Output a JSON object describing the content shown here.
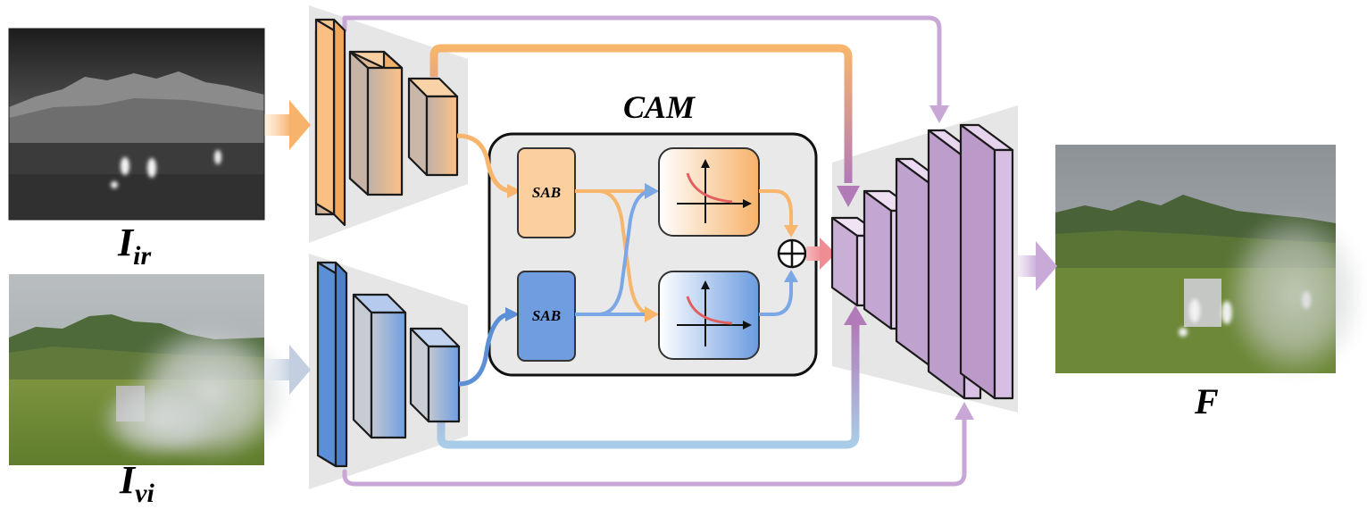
{
  "inputs": {
    "ir_label": "I",
    "ir_sub": "ir",
    "vi_label": "I",
    "vi_sub": "vi"
  },
  "output": {
    "label": "F"
  },
  "cam": {
    "title": "CAM",
    "sab_top": "SAB",
    "sab_bottom": "SAB"
  },
  "colors": {
    "ir_branch": "#f8b56c",
    "vi_branch": "#5b8fd6",
    "decoder": "#c8a7d6",
    "skip_blue": "#a9cde8",
    "fusion_arrow": "#f19aa0"
  },
  "icons": [
    "plus-circle-icon",
    "exponential-curve-icon"
  ]
}
